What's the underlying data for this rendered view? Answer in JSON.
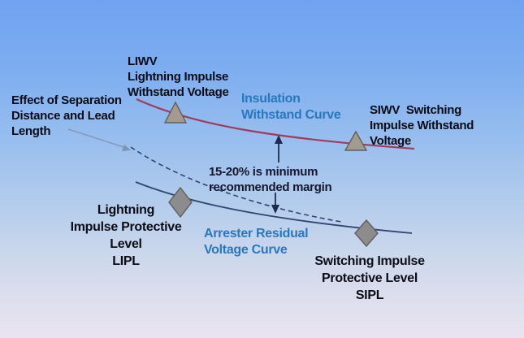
{
  "diagram": {
    "title_implied": "Insulation coordination: withstand vs arrester protective levels",
    "labels": {
      "separation": "Effect of Separation\nDistance and Lead\nLength",
      "liwv": "LIWV\nLightning Impulse\nWithstand Voltage",
      "insulation_curve": "Insulation\nWithstand Curve",
      "siwv": "SIWV  Switching\nImpulse Withstand\nVoltage",
      "margin": "15-20% is minimum\nrecommended margin",
      "lipl": "Lightning\nImpulse Protective\nLevel\nLIPL",
      "arrester_curve": "Arrester Residual\nVoltage Curve",
      "sipl": "Switching Impulse\nProtective Level\nSIPL"
    },
    "curves": [
      {
        "name": "insulation-withstand-curve",
        "style": "solid",
        "color": "#A23B5B",
        "markers": [
          {
            "shape": "triangle",
            "at_label": "LIWV"
          },
          {
            "shape": "triangle",
            "at_label": "SIWV"
          }
        ]
      },
      {
        "name": "arrester-residual-voltage-curve",
        "style": "solid",
        "color": "#2E4670",
        "markers": [
          {
            "shape": "diamond",
            "at_label": "LIPL"
          },
          {
            "shape": "diamond",
            "at_label": "SIPL"
          }
        ]
      },
      {
        "name": "separation-distance-effect-curve",
        "style": "dashed",
        "color": "#2E4670",
        "markers": []
      }
    ],
    "annotations": [
      {
        "name": "margin-double-arrow",
        "meaning": "gap between withstand curve and arrester curve"
      },
      {
        "name": "separation-pointer-arrow",
        "meaning": "points from separation label to dashed curve"
      }
    ]
  },
  "colors": {
    "bg_top": "#6FA2F1",
    "bg_bottom": "#E9E4F1",
    "withstand_curve": "#A23B5B",
    "arrester_curve": "#2E4670",
    "blue_label": "#2878BE",
    "black_label": "#0C0C16",
    "margin_text": "#16162E",
    "triangle_fill": "#A39B8D",
    "diamond_fill": "#8C8C8C",
    "marker_stroke": "#5F5F5F",
    "margin_arrow": "#1D2B50",
    "separation_arrow": "#7E94B4"
  }
}
